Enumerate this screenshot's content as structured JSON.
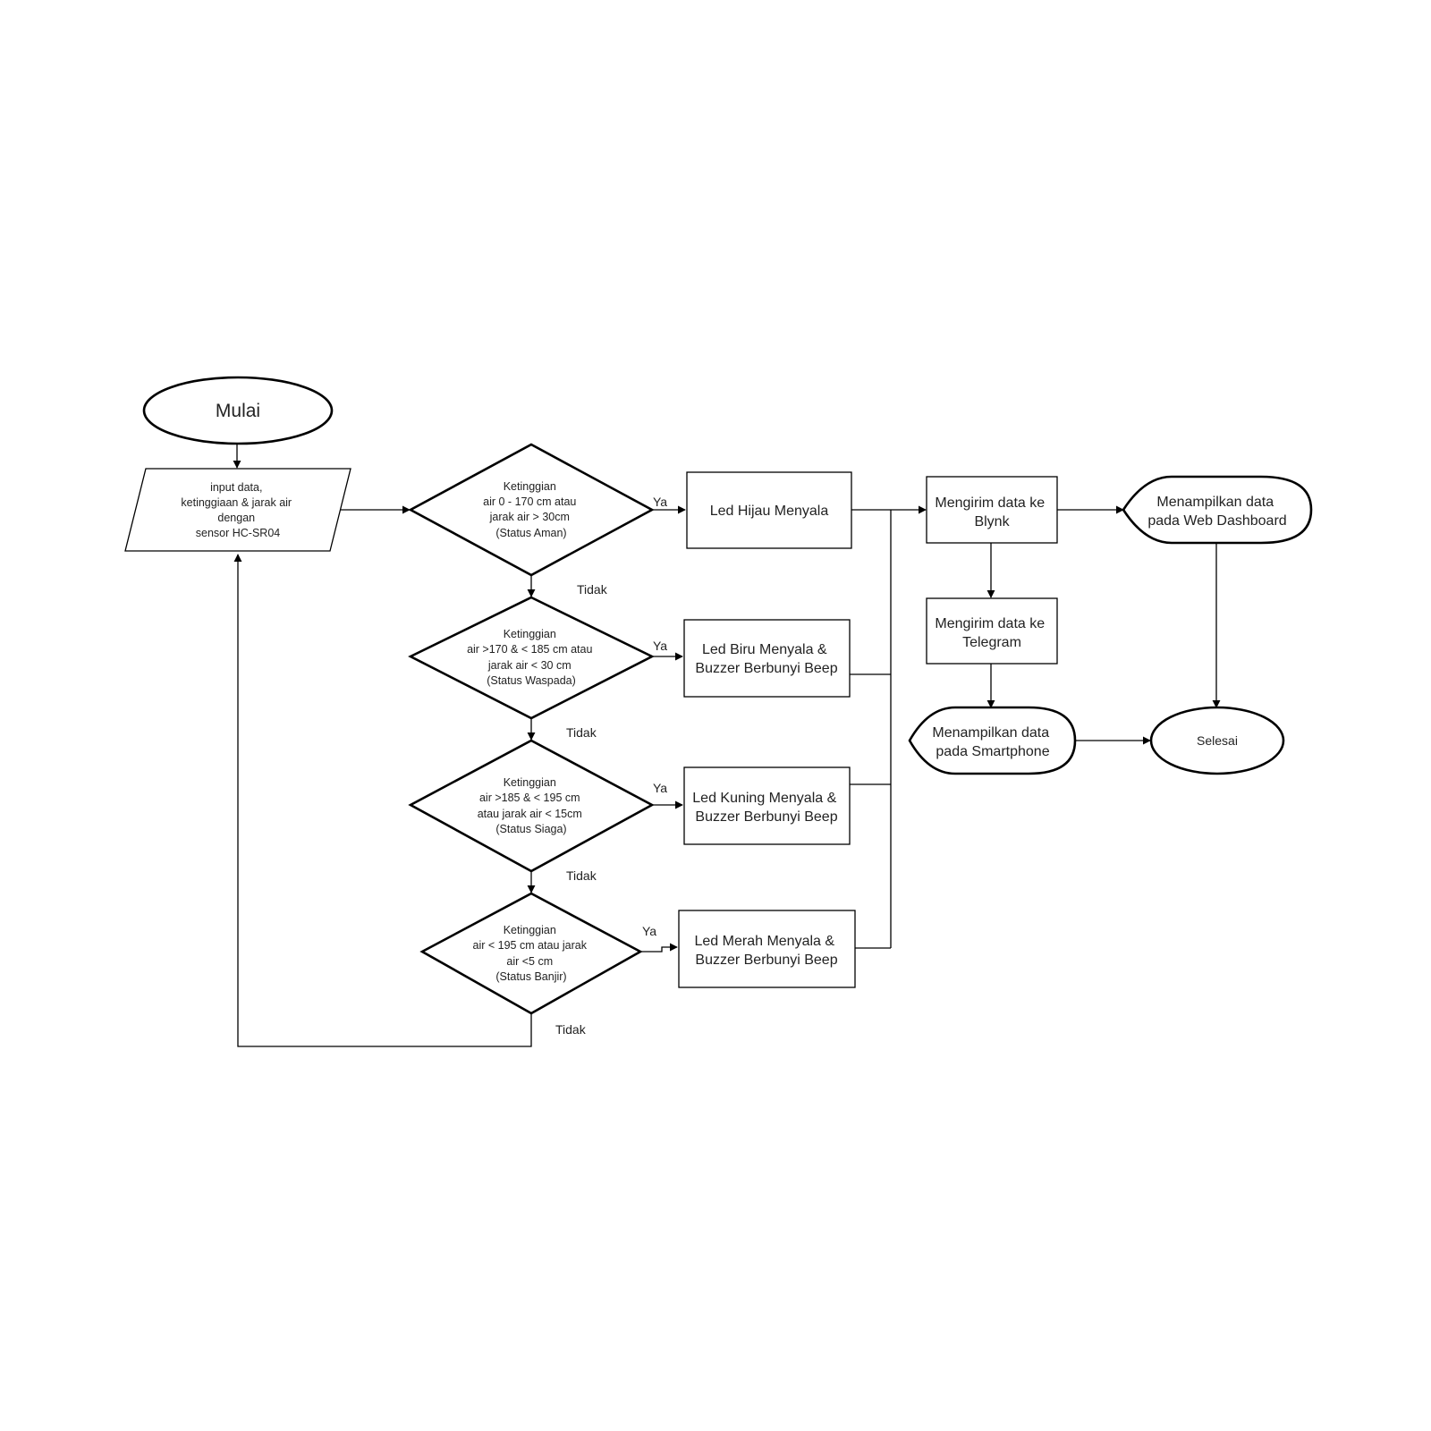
{
  "flowchart": {
    "start": "Mulai",
    "input": [
      "input data,",
      "ketinggiaan & jarak air",
      "dengan",
      "sensor HC-SR04"
    ],
    "decisions": [
      {
        "lines": [
          "Ketinggian",
          "air 0 - 170 cm atau",
          "jarak air > 30cm",
          "(Status Aman)"
        ],
        "yes": "Ya",
        "no": "Tidak"
      },
      {
        "lines": [
          "Ketinggian",
          "air >170 & < 185 cm atau",
          "jarak air < 30 cm",
          "(Status Waspada)"
        ],
        "yes": "Ya",
        "no": "Tidak"
      },
      {
        "lines": [
          "Ketinggian",
          "air >185 & < 195 cm",
          "atau jarak air < 15cm",
          "(Status Siaga)"
        ],
        "yes": "Ya",
        "no": "Tidak"
      },
      {
        "lines": [
          "Ketinggian",
          "air  < 195 cm atau jarak",
          "air <5 cm",
          "(Status Banjir)"
        ],
        "yes": "Ya",
        "no": "Tidak"
      }
    ],
    "actions": [
      [
        "Led Hijau Menyala"
      ],
      [
        "Led Biru Menyala &",
        "Buzzer Berbunyi Beep"
      ],
      [
        "Led Kuning Menyala &",
        "Buzzer Berbunyi Beep"
      ],
      [
        "Led Merah Menyala &",
        "Buzzer Berbunyi Beep"
      ]
    ],
    "send_blynk": [
      "Mengirim data ke",
      "Blynk"
    ],
    "send_telegram": [
      "Mengirim data ke",
      "Telegram"
    ],
    "display_web": [
      "Menampilkan data",
      "pada Web Dashboard"
    ],
    "display_phone": [
      "Menampilkan data",
      "pada Smartphone"
    ],
    "end": "Selesai"
  }
}
